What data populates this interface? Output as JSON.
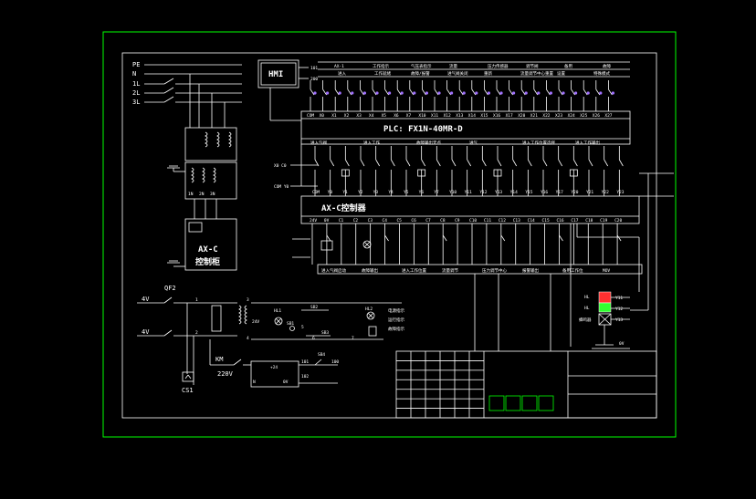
{
  "colors": {
    "background": "#000000",
    "frame": "#00ff00",
    "lines": "#ffffff",
    "terminal": "#a070ff",
    "tower_red": "#ff3030",
    "tower_green": "#30ff30"
  },
  "power_lines": [
    "PE",
    "N",
    "1L",
    "2L",
    "3L"
  ],
  "hmi": {
    "label": "HMI",
    "ports": [
      "101",
      "200"
    ]
  },
  "plc": {
    "label": "PLC: FX1N-40MR-D",
    "top_header": [
      "AX-1",
      "工作指示",
      "气压表指示",
      "流量",
      "压力传感器",
      "调节阀",
      "备用",
      "故障"
    ],
    "top_sub": [
      "进入",
      "工作就绪",
      "故障/报警",
      "进气阀关闭",
      "重新",
      "流量调节中心重置",
      "设置",
      "特殊模式"
    ],
    "top_pins": [
      "COM",
      "X0",
      "X1",
      "X2",
      "X3",
      "X4",
      "X5",
      "X6",
      "X7",
      "X10",
      "X11",
      "X12",
      "X13",
      "X14",
      "X15",
      "X16",
      "X17",
      "X20",
      "X21",
      "X22",
      "X23",
      "X24",
      "X25",
      "X26",
      "X27"
    ],
    "bottom_header": [
      "进入气阀",
      "进入工作",
      "故障输出无点",
      "进气",
      "进入工作位置选择",
      "进入工作输出"
    ],
    "bottom_pins": [
      "COM",
      "Y0",
      "Y1",
      "Y2",
      "Y3",
      "Y4",
      "Y5",
      "Y6",
      "Y7",
      "Y10",
      "Y11",
      "Y12",
      "Y13",
      "Y14",
      "Y15",
      "Y16",
      "Y17",
      "Y20",
      "Y21",
      "Y22",
      "Y23"
    ]
  },
  "controller": {
    "label": "AX-C控制器",
    "pins": [
      "24V",
      "0V",
      "C1",
      "C2",
      "C3",
      "C4",
      "C5",
      "C6",
      "C7",
      "C8",
      "C9",
      "C10",
      "C11",
      "C12",
      "C13",
      "C14",
      "C15",
      "C16",
      "C17",
      "C18",
      "C19",
      "C20"
    ],
    "bottom_labels": [
      "进入气阀启动",
      "故障输出",
      "进入工作位置",
      "流量调节",
      "压力调节中心",
      "报警输出",
      "备用工作位",
      "MOV"
    ]
  },
  "left_panel": {
    "label_line1": "AX-C",
    "label_line2": "控制柜",
    "transformer_pins": [
      "1N",
      "2N",
      "3N"
    ]
  },
  "lower_circuit": {
    "breaker": "QF2",
    "voltage_a": "4V",
    "voltage_b": "4V",
    "nodes": [
      "1",
      "2",
      "3",
      "4",
      "5",
      "6",
      "7"
    ],
    "km": "KM",
    "tag_24v": "24V",
    "tag_220v": "220V",
    "psu_top": "+24",
    "psu_bottom": "0V",
    "psu_n": "N",
    "wire_101": "101",
    "wire_102": "102",
    "wire_100": "100",
    "sb_labels": [
      "SB1",
      "SB2",
      "SB3",
      "SB4"
    ],
    "hl_labels": [
      "HL1",
      "HL2"
    ],
    "lamp_text": [
      "电源指示",
      "运行指示",
      "故障指示"
    ],
    "ground": "CS1",
    "bottom_wires": [
      "0V",
      "2V"
    ]
  },
  "right_tower": {
    "labels": [
      "HL",
      "HL",
      "蜂鸣器"
    ],
    "pins": [
      "Y11",
      "Y12",
      "Y13"
    ],
    "base_label": "0V"
  },
  "title_block": {
    "rows": 7,
    "cols": 6
  }
}
